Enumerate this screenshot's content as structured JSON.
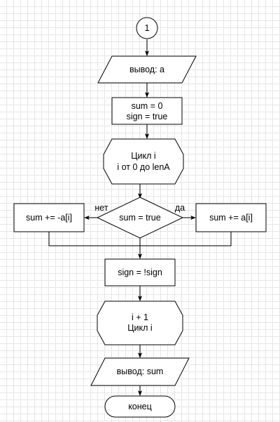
{
  "diagram": {
    "connector": "1",
    "output_a": "вывод: a",
    "init_line1": "sum = 0",
    "init_line2": "sign = true",
    "loop_start_line1": "Цикл i",
    "loop_start_line2": "i от 0 до lenA",
    "condition": "sum = true",
    "branch_no": "нет",
    "branch_yes": "да",
    "no_action": "sum += -a[i]",
    "yes_action": "sum += a[i]",
    "toggle": "sign = !sign",
    "loop_end_line1": "i + 1",
    "loop_end_line2": "Цикл i",
    "output_sum": "вывод: sum",
    "end": "конец"
  },
  "colors": {
    "grid": "#e6e6e6",
    "stroke": "#000000",
    "fill": "#ffffff"
  }
}
